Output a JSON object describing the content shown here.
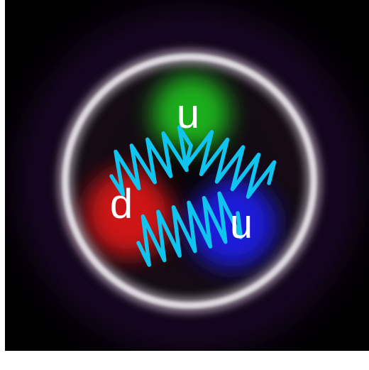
{
  "labels": {
    "top": "u",
    "left": "d",
    "right": "u"
  },
  "colors": {
    "background": "#000000",
    "ring": "#e8e2ea",
    "glow_purple": "#5a1a86",
    "quark_green": "#1fb81f",
    "quark_red": "#d81414",
    "quark_blue": "#1a1ae6",
    "gluon": "#10c4f0",
    "text": "#ffffff"
  }
}
